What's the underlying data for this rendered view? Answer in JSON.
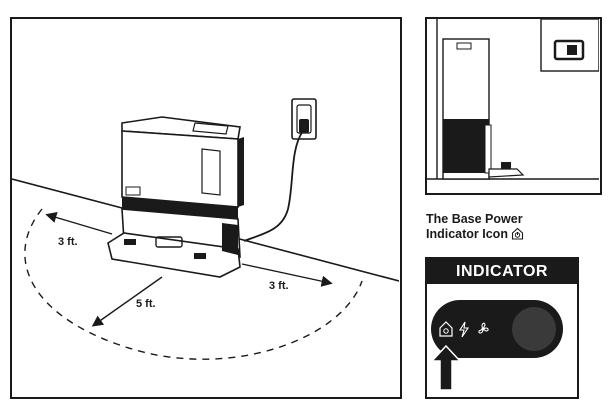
{
  "measurements": {
    "left_side": "3 ft.",
    "right_side": "3 ft.",
    "front": "5 ft."
  },
  "caption": {
    "line1": "The Base Power",
    "line2": "Indicator Icon"
  },
  "indicator": {
    "title": "INDICATOR"
  },
  "icons": [
    "home-power-icon",
    "lightning-icon",
    "fan-icon"
  ],
  "colors": {
    "ink": "#1a1a1a",
    "background": "#ffffff"
  }
}
